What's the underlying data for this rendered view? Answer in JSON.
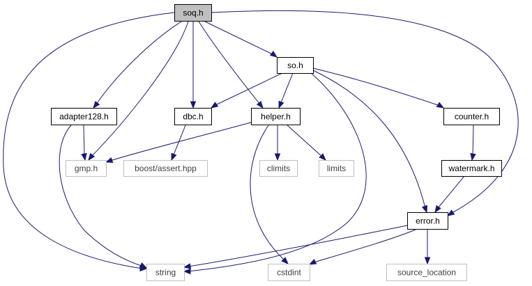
{
  "diagram": {
    "nodes": [
      {
        "id": "soq",
        "label": "soq.h",
        "style": "root"
      },
      {
        "id": "so",
        "label": "so.h",
        "style": "local"
      },
      {
        "id": "adapter128",
        "label": "adapter128.h",
        "style": "local"
      },
      {
        "id": "dbc",
        "label": "dbc.h",
        "style": "local"
      },
      {
        "id": "helper",
        "label": "helper.h",
        "style": "local"
      },
      {
        "id": "counter",
        "label": "counter.h",
        "style": "local"
      },
      {
        "id": "gmp",
        "label": "gmp.h",
        "style": "external"
      },
      {
        "id": "boost_assert",
        "label": "boost/assert.hpp",
        "style": "external"
      },
      {
        "id": "climits",
        "label": "climits",
        "style": "external"
      },
      {
        "id": "limits",
        "label": "limits",
        "style": "external"
      },
      {
        "id": "watermark",
        "label": "watermark.h",
        "style": "local"
      },
      {
        "id": "error",
        "label": "error.h",
        "style": "local"
      },
      {
        "id": "string",
        "label": "string",
        "style": "external"
      },
      {
        "id": "cstdint",
        "label": "cstdint",
        "style": "external"
      },
      {
        "id": "source_location",
        "label": "source_location",
        "style": "external"
      }
    ],
    "edges": [
      [
        "soq",
        "so"
      ],
      [
        "soq",
        "adapter128"
      ],
      [
        "soq",
        "gmp"
      ],
      [
        "soq",
        "dbc"
      ],
      [
        "soq",
        "helper"
      ],
      [
        "soq",
        "string"
      ],
      [
        "soq",
        "error"
      ],
      [
        "so",
        "dbc"
      ],
      [
        "so",
        "helper"
      ],
      [
        "so",
        "counter"
      ],
      [
        "so",
        "error"
      ],
      [
        "so",
        "string"
      ],
      [
        "adapter128",
        "gmp"
      ],
      [
        "adapter128",
        "string"
      ],
      [
        "dbc",
        "boost_assert"
      ],
      [
        "helper",
        "gmp"
      ],
      [
        "helper",
        "climits"
      ],
      [
        "helper",
        "limits"
      ],
      [
        "helper",
        "cstdint"
      ],
      [
        "counter",
        "watermark"
      ],
      [
        "watermark",
        "error"
      ],
      [
        "error",
        "string"
      ],
      [
        "error",
        "cstdint"
      ],
      [
        "error",
        "source_location"
      ]
    ],
    "colors": {
      "root_fill": "#bfbfbf",
      "local_fill": "#ffffff",
      "local_border": "#000000",
      "external_border": "#bfbfbf",
      "external_text": "#404040",
      "edge": "#191970"
    }
  }
}
